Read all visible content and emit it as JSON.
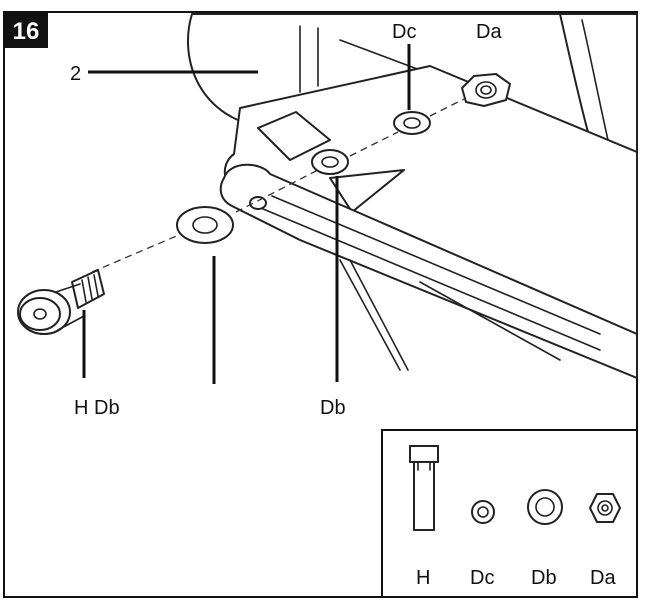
{
  "step_number": "16",
  "callouts": {
    "part_2": "2",
    "dc_top": "Dc",
    "da_top": "Da",
    "h_db": "H Db",
    "db_mid": "Db"
  },
  "legend": {
    "h": "H",
    "dc": "Dc",
    "db": "Db",
    "da": "Da"
  }
}
